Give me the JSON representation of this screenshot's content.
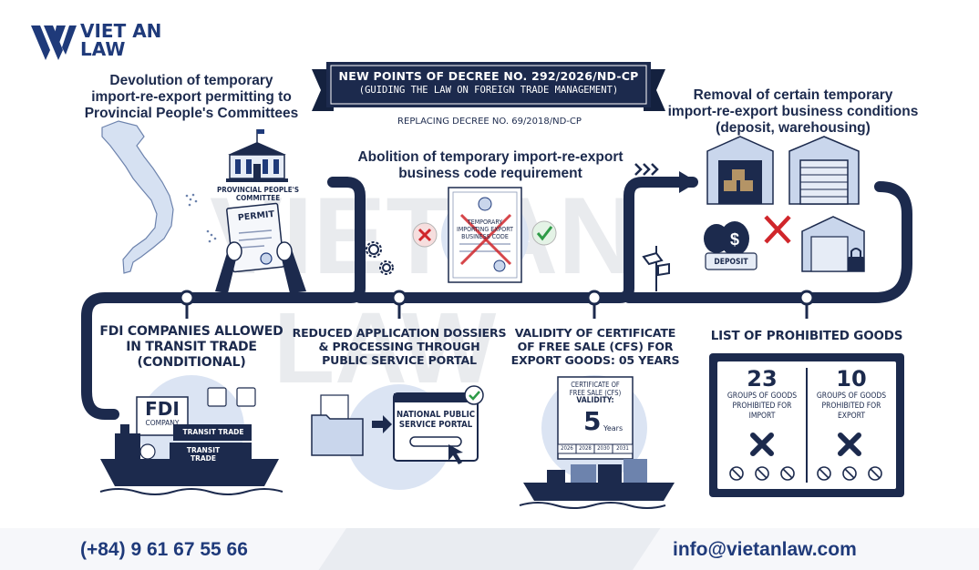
{
  "brand": {
    "line1": "VIET AN",
    "line2": "LAW"
  },
  "banner": {
    "title": "NEW POINTS OF DECREE NO. 292/2026/ND-CP",
    "subtitle": "(GUIDING THE LAW ON FOREIGN TRADE MANAGEMENT)",
    "replacing": "REPLACING DECREE NO. 69/2018/ND-CP"
  },
  "points": {
    "devolution": {
      "line1": "Devolution of temporary",
      "line2": "import-re-export permitting to",
      "line3": "Provincial People's Committees"
    },
    "committee": {
      "line1": "PROVINCIAL PEOPLE'S",
      "line2": "COMMITTEE",
      "permit": "PERMIT"
    },
    "abolition": {
      "line1": "Abolition of temporary import-re-export",
      "line2": "business code requirement",
      "doc1": "TEMPORARY",
      "doc2": "IMPORTING EXPORT",
      "doc3": "BUSINESS CODE"
    },
    "removal": {
      "line1": "Removal of certain temporary",
      "line2": "import-re-export business conditions",
      "line3": "(deposit, warehousing)",
      "deposit": "DEPOSIT"
    },
    "fdi": {
      "line1": "FDI COMPANIES ALLOWED",
      "line2": "IN TRANSIT TRADE",
      "line3": "(CONDITIONAL)",
      "badge": "FDI",
      "badge_sub": "COMPANY",
      "container1": "TRANSIT TRADE",
      "container2": "TRANSIT TRADE"
    },
    "reduced": {
      "line1": "REDUCED APPLICATION DOSSIERS",
      "line2": "& PROCESSING THROUGH",
      "line3": "PUBLIC SERVICE PORTAL",
      "portal1": "NATIONAL PUBLIC",
      "portal2": "SERVICE PORTAL"
    },
    "validity": {
      "line1": "VALIDITY OF CERTIFICATE",
      "line2": "OF FREE SALE (CFS) FOR",
      "line3": "EXPORT GOODS: 05 YEARS",
      "cert1": "CERTIFICATE OF",
      "cert2": "FREE SALE (CFS)",
      "cert3": "VALIDITY:",
      "years_num": "5",
      "years_label": "Years",
      "y1": "2026",
      "y2": "2028",
      "y3": "2030",
      "y4": "2031"
    },
    "prohibited": {
      "title": "LIST OF PROHIBITED GOODS",
      "import_count": "23",
      "import_l1": "GROUPS OF GOODS",
      "import_l2": "PROHIBITED FOR",
      "import_l3": "IMPORT",
      "export_count": "10",
      "export_l1": "GROUPS OF GOODS",
      "export_l2": "PROHIBITED FOR",
      "export_l3": "EXPORT"
    }
  },
  "contact": {
    "phone": "(+84) 9 61 67 55 66",
    "email": "info@vietanlaw.com"
  },
  "colors": {
    "navy": "#1c2a4d",
    "light_blue": "#c9d6ec",
    "red": "#d0262b",
    "green": "#2e9b47"
  }
}
